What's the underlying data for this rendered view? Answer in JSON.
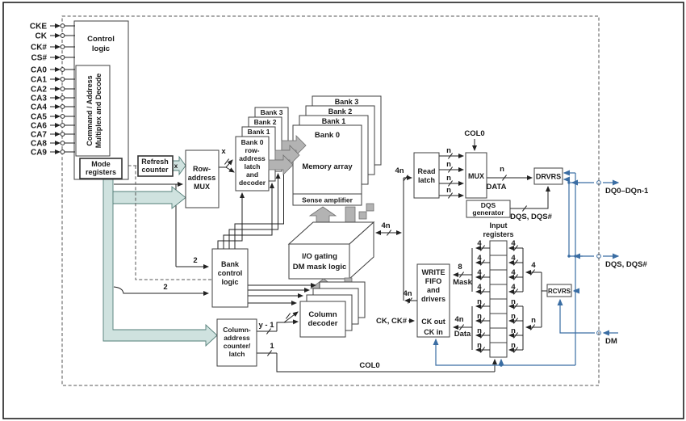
{
  "diagram": {
    "title_hint": "SDRAM functional block diagram",
    "pins_left": [
      "CKE",
      "CK",
      "CK#",
      "CS#",
      "CA0",
      "CA1",
      "CA2",
      "CA3",
      "CA4",
      "CA5",
      "CA6",
      "CA7",
      "CA8",
      "CA9"
    ],
    "pins_right": {
      "dq": "DQ0–DQn-1",
      "dqs": "DQS, DQS#",
      "dm": "DM"
    },
    "blocks": {
      "control_logic": [
        "Control",
        "logic"
      ],
      "cmd_addr": [
        "Command / Address",
        "Multiplex and Decode"
      ],
      "mode_registers": [
        "Mode",
        "registers"
      ],
      "refresh_counter": [
        "Refresh",
        "counter"
      ],
      "row_mux": [
        "Row-",
        "address",
        "MUX"
      ],
      "bank_latch": [
        "Bank 0",
        "row-",
        "address",
        "latch",
        "and",
        "decoder"
      ],
      "bank_tabs": [
        "Bank 1",
        "Bank 2",
        "Bank 3"
      ],
      "memory": {
        "bank0": "Bank 0",
        "label": "Memory array"
      },
      "sense_amp": "Sense amplifier",
      "io_gating": [
        "I/O gating",
        "DM mask logic"
      ],
      "bank_control": [
        "Bank",
        "control",
        "logic"
      ],
      "col_counter": [
        "Column-",
        "address",
        "counter/",
        "latch"
      ],
      "col_decoder": [
        "Column",
        "decoder"
      ],
      "read_latch": [
        "Read",
        "latch"
      ],
      "mux": "MUX",
      "drvrs": "DRVRS",
      "dqs_gen": [
        "DQS",
        "generator"
      ],
      "input_regs": [
        "Input",
        "registers"
      ],
      "write_fifo": [
        "WRITE",
        "FIFO",
        "and",
        "drivers"
      ],
      "ck_out": "CK out",
      "ck_in": "CK in",
      "rcvrs": "RCVRS"
    },
    "wire_labels": {
      "x": "x",
      "two": "2",
      "one": "1",
      "y_minus_1": "y - 1",
      "col0": "COL0",
      "n": "n",
      "four": "4",
      "eight": "8",
      "four_n": "4n",
      "data_bus": "DATA",
      "mask": "Mask",
      "data": "Data",
      "dqs_pair": "DQS, DQS#",
      "ck_pair": "CK, CK#"
    },
    "colors": {
      "teal": "#cfe2df",
      "teal_border": "#527d77",
      "gray_arrow": "#b3b3b3",
      "blue": "#3a6da3",
      "wire": "#222222"
    }
  }
}
